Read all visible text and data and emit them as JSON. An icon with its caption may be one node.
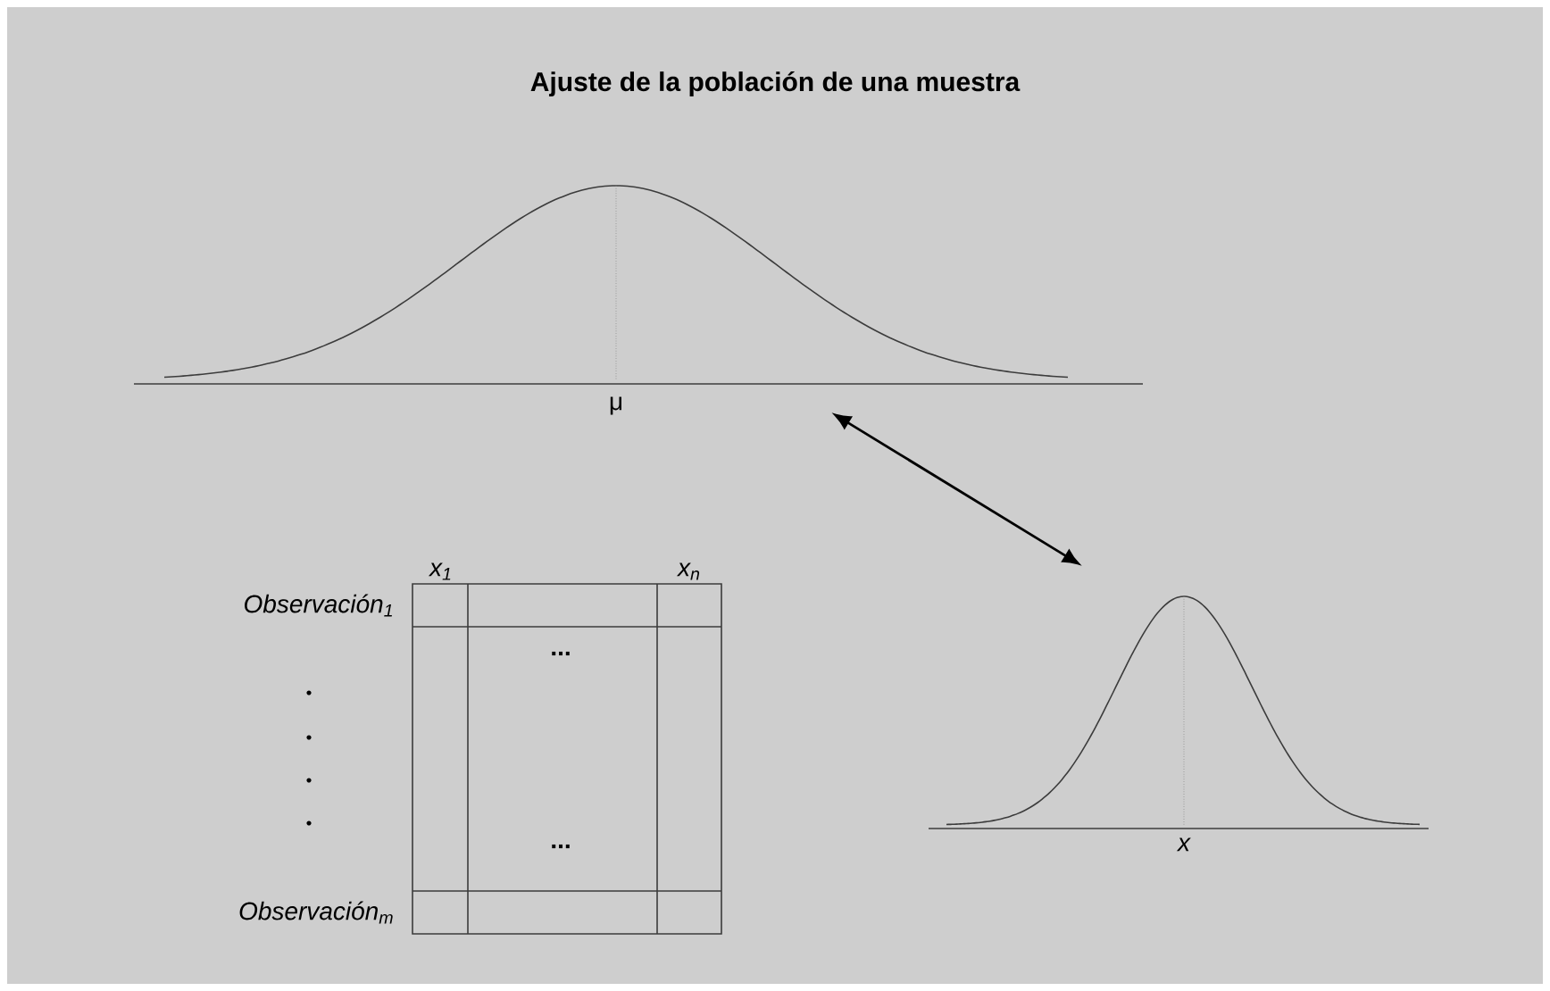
{
  "diagram": {
    "title": "Ajuste de la población de una muestra",
    "nodes": [
      {
        "text": [],
        "shape": "picture",
        "beside": [
          "μ"
        ]
      },
      {
        "text": [],
        "shape": "picture",
        "beside": [
          "x"
        ]
      }
    ],
    "edges": [
      {
        "from": 0,
        "to": 1,
        "arrow": "both"
      }
    ],
    "labels": [
      "x$_{1}$",
      "x$_{n}$",
      "Observación$_{1}$",
      "...",
      "...",
      "Observación$_{m}$"
    ]
  }
}
